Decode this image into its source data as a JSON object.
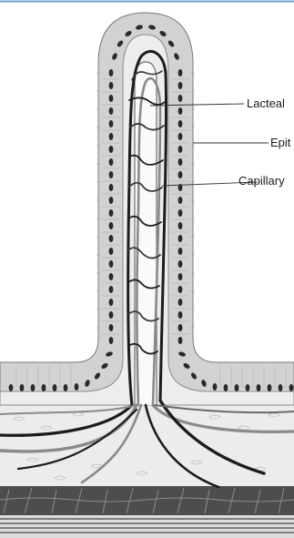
{
  "figure": {
    "labels": {
      "lacteal": "Lacteal",
      "epithelium": "Epit",
      "capillary": "Capillary"
    },
    "colors": {
      "background": "#ffffff",
      "top_rule": "#6d9ec9",
      "epithelium_fill": "#d2d2d2",
      "lamina_fill": "#ededed",
      "vessel_dark": "#1c1c1c",
      "vessel_light": "#8a8a8a",
      "nuclei": "#2a2a2a",
      "muscle_fill": "#4d4d4d"
    }
  }
}
